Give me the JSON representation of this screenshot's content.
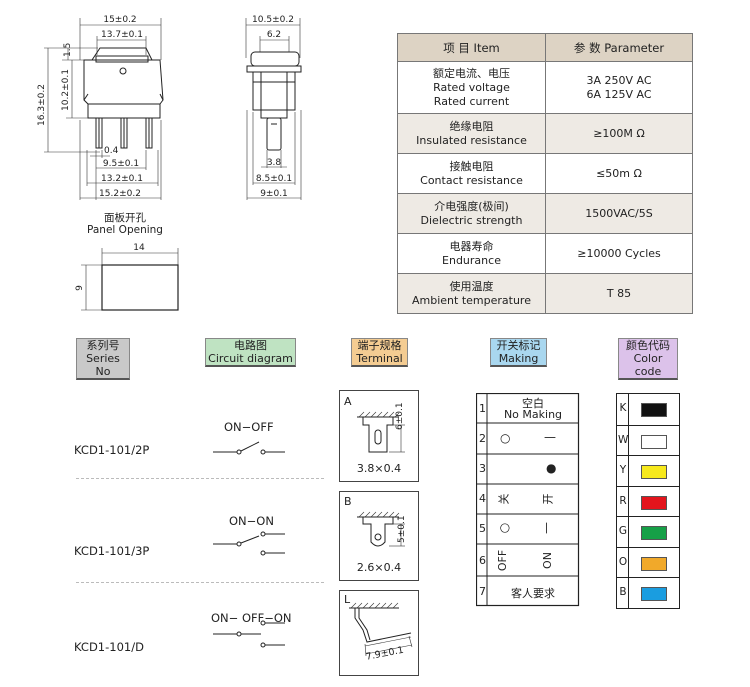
{
  "drawing": {
    "front_view": {
      "dim_top_outer": "15±0.2",
      "dim_top_inner": "13.7±0.1",
      "dim_left_small": "1.5",
      "dim_left_height": "10.2±0.1",
      "dim_left_total": "16.3±0.2",
      "dim_pin_thickness": "0.4",
      "dim_pin_pitch": "9.5±0.1",
      "dim_bottom_inner": "13.2±0.1",
      "dim_bottom_outer": "15.2±0.2"
    },
    "side_view": {
      "dim_top_outer": "10.5±0.2",
      "dim_top_inner": "6.2",
      "dim_pin_width": "3.8",
      "dim_bottom_inner": "8.5±0.1",
      "dim_bottom_outer": "9±0.1"
    },
    "panel_opening": {
      "title_cn": "面板开孔",
      "title_en": "Panel Opening",
      "width": "14",
      "height": "9"
    }
  },
  "spec_table": {
    "header_item": "项 目  Item",
    "header_param": "参 数  Parameter",
    "rows": [
      {
        "name_cn": "额定电流、电压",
        "name_en1": "Rated voltage",
        "name_en2": "Rated current",
        "value1": "3A 250V AC",
        "value2": "6A 125V AC"
      },
      {
        "name_cn": "绝缘电阻",
        "name_en1": "Insulated resistance",
        "value1": "≥100M Ω"
      },
      {
        "name_cn": "接触电阻",
        "name_en1": "Contact resistance",
        "value1": "≤50m Ω"
      },
      {
        "name_cn": "介电强度(极间)",
        "name_en1": "Dielectric strength",
        "value1": "1500VAC/5S"
      },
      {
        "name_cn": "电器寿命",
        "name_en1": "Endurance",
        "value1": "≥10000 Cycles"
      },
      {
        "name_cn": "使用温度",
        "name_en1": "Ambient temperature",
        "value1": "T 85"
      }
    ]
  },
  "columns": {
    "series": {
      "cn": "系列号",
      "en": "Series No",
      "color": "#c9c9c9"
    },
    "circuit": {
      "cn": "电路图",
      "en": "Circuit diagram",
      "color": "#bfe3c2"
    },
    "terminal": {
      "cn": "端子规格",
      "en": "Terminal",
      "color": "#f4cc92"
    },
    "making": {
      "cn": "开关标记",
      "en": "Making",
      "color": "#a9d7ef"
    },
    "color": {
      "cn": "颜色代码",
      "en": "Color code",
      "color": "#dcc2ea"
    }
  },
  "series": [
    {
      "model": "KCD1-101/2P",
      "circuit": "ON−OFF"
    },
    {
      "model": "KCD1-101/3P",
      "circuit": "ON−ON"
    },
    {
      "model": "KCD1-101/D",
      "circuit": "ON− OFF−ON"
    }
  ],
  "terminals": [
    {
      "code": "A",
      "dim": "3.8×0.4",
      "height": "6±0.1"
    },
    {
      "code": "B",
      "dim": "2.6×0.4",
      "height": "5±0.1"
    },
    {
      "code": "L",
      "dim": "7.9±0.1"
    }
  ],
  "making": [
    {
      "num": "1",
      "text_cn": "空白",
      "text_en": "No Making"
    },
    {
      "num": "2",
      "left": "○",
      "right": "—"
    },
    {
      "num": "3",
      "right": "●"
    },
    {
      "num": "4",
      "left": "关",
      "right": "开"
    },
    {
      "num": "5",
      "left": "○",
      "right": "—"
    },
    {
      "num": "6",
      "left": "OFF",
      "right": "ON"
    },
    {
      "num": "7",
      "text_cn": "客人要求"
    }
  ],
  "color_codes": [
    {
      "code": "K",
      "hex": "#111111"
    },
    {
      "code": "W",
      "hex": "#ffffff"
    },
    {
      "code": "Y",
      "hex": "#f7e91c"
    },
    {
      "code": "R",
      "hex": "#e3141c"
    },
    {
      "code": "G",
      "hex": "#16a047"
    },
    {
      "code": "O",
      "hex": "#f1a92a"
    },
    {
      "code": "B",
      "hex": "#1a9de0"
    }
  ]
}
